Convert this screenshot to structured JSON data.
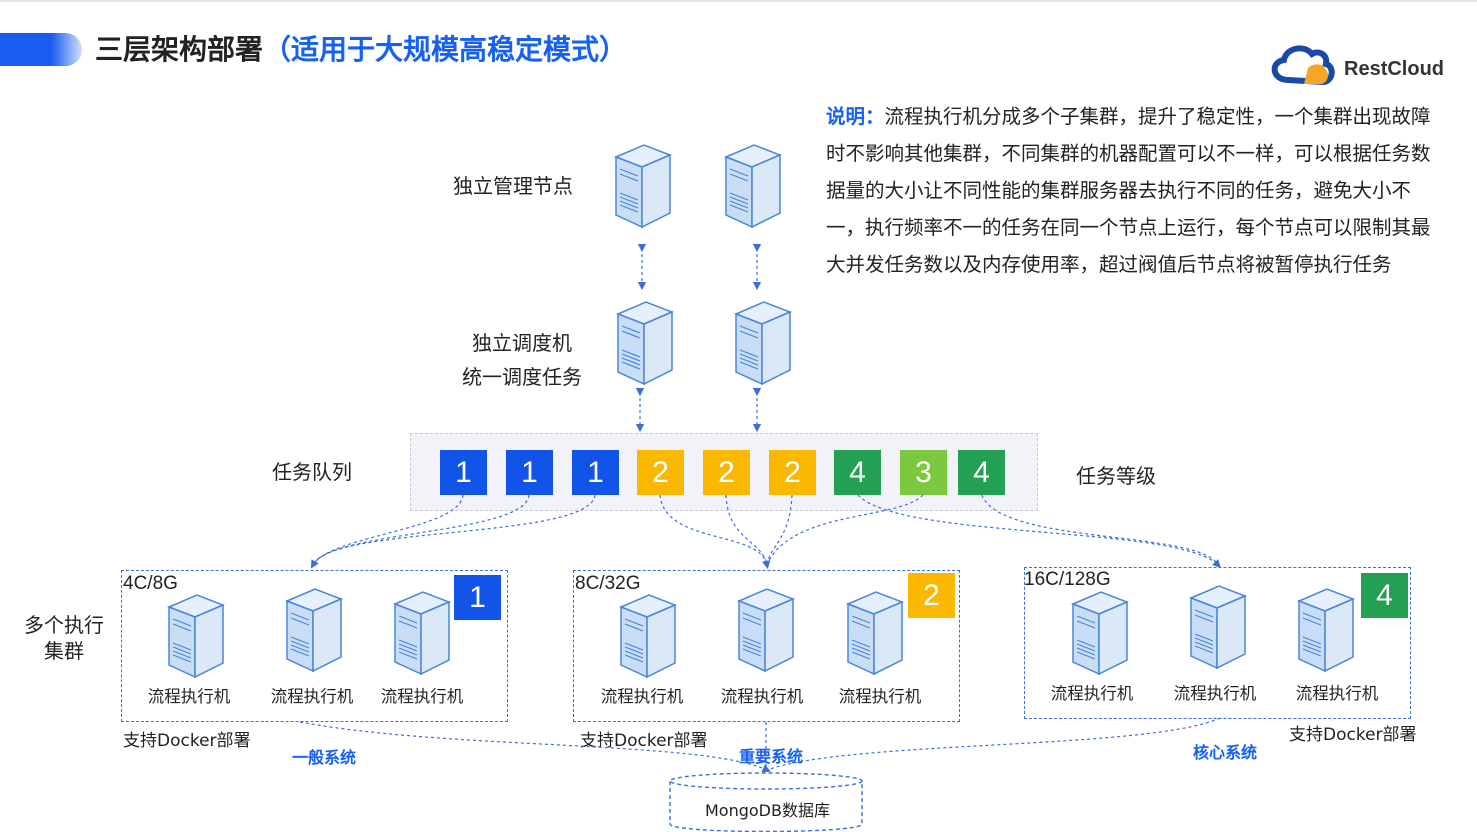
{
  "header": {
    "title_main": "三层架构部署",
    "title_sub": "（适用于大规模高稳定模式）"
  },
  "brand": {
    "name": "RestCloud"
  },
  "description": {
    "label": "说明：",
    "text": "流程执行机分成多个子集群，提升了稳定性，一个集群出现故障时不影响其他集群，不同集群的机器配置可以不一样，可以根据任务数据量的大小让不同性能的集群服务器去执行不同的任务，避免大小不一，执行频率不一的任务在同一个节点上运行，每个节点可以限制其最大并发任务数以及内存使用率，超过阀值后节点将被暂停执行任务"
  },
  "layers": {
    "management": "独立管理节点",
    "scheduler_line1": "独立调度机",
    "scheduler_line2": "统一调度任务",
    "queue": "任务队列",
    "levels": "任务等级",
    "executors_line1": "多个执行",
    "executors_line2": "集群"
  },
  "queue_items": [
    "1",
    "1",
    "1",
    "2",
    "2",
    "2",
    "4",
    "3",
    "4"
  ],
  "queue_colors": [
    "#1254e8",
    "#1254e8",
    "#1254e8",
    "#fbb800",
    "#fbb800",
    "#fbb800",
    "#24a052",
    "#7cc93f",
    "#24a052"
  ],
  "clusters": [
    {
      "spec": "4C/8G",
      "level": "1",
      "color": "#1254e8",
      "servers": [
        "流程执行机",
        "流程执行机",
        "流程执行机"
      ],
      "docker": "支持Docker部署",
      "system": "一般系统"
    },
    {
      "spec": "8C/32G",
      "level": "2",
      "color": "#fbb800",
      "servers": [
        "流程执行机",
        "流程执行机",
        "流程执行机"
      ],
      "docker": "支持Docker部署",
      "system": "重要系统"
    },
    {
      "spec": "16C/128G",
      "level": "4",
      "color": "#24a052",
      "servers": [
        "流程执行机",
        "流程执行机",
        "流程执行机"
      ],
      "docker": "支持Docker部署",
      "system": "核心系统"
    }
  ],
  "database": {
    "label": "MongoDB数据库"
  },
  "colors": {
    "accent": "#1560f5",
    "line": "#3b6fd8",
    "server_fill": "#c9ddf5",
    "server_stroke": "#4a86d8"
  }
}
